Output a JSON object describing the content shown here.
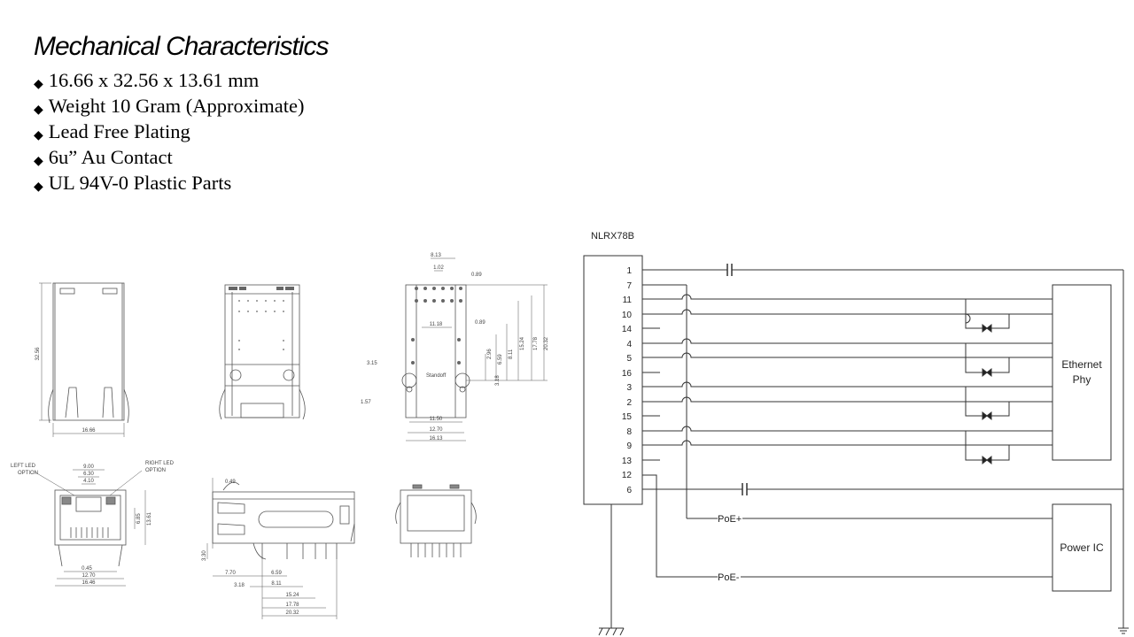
{
  "title": "Mechanical Characteristics",
  "bullet_glyph": "◆",
  "bullets": [
    "16.66 x 32.56 x 13.61 mm",
    "Weight 10 Gram (Approximate)",
    "Lead Free Plating",
    "6u” Au Contact",
    "UL 94V-0 Plastic Parts"
  ],
  "drawing": {
    "top_view": {
      "height": "32.56",
      "width": "16.66"
    },
    "footprint": {
      "dims": [
        "8.13",
        "1.02",
        "0.89",
        "0.89",
        "11.18",
        "3.15",
        "1.57",
        "Standoff",
        "2.96",
        "6.59",
        "8.11",
        "15.24",
        "17.78",
        "20.32",
        "3.18",
        "11.50",
        "12.70",
        "16.13"
      ]
    },
    "front_view": {
      "left_led": [
        "LEFT LED",
        "OPTION"
      ],
      "right_led": [
        "RIGHT LED",
        "OPTION"
      ],
      "dims": [
        "9.00",
        "6.30",
        "4.10",
        "6.85",
        "13.61",
        "0.45",
        "12.70",
        "16.46"
      ]
    },
    "side_view": {
      "dims": [
        "0.49",
        "3.30",
        "7.70",
        "6.59",
        "3.18",
        "8.11",
        "15.24",
        "17.78",
        "20.32"
      ]
    }
  },
  "schematic": {
    "part_number": "NLRX78B",
    "pins": [
      "1",
      "7",
      "11",
      "10",
      "14",
      "4",
      "5",
      "16",
      "3",
      "2",
      "15",
      "8",
      "9",
      "13",
      "12",
      "6"
    ],
    "ethernet_label": [
      "Ethernet",
      "Phy"
    ],
    "power_label": "Power IC",
    "poe_plus": "PoE+",
    "poe_minus": "PoE-"
  }
}
